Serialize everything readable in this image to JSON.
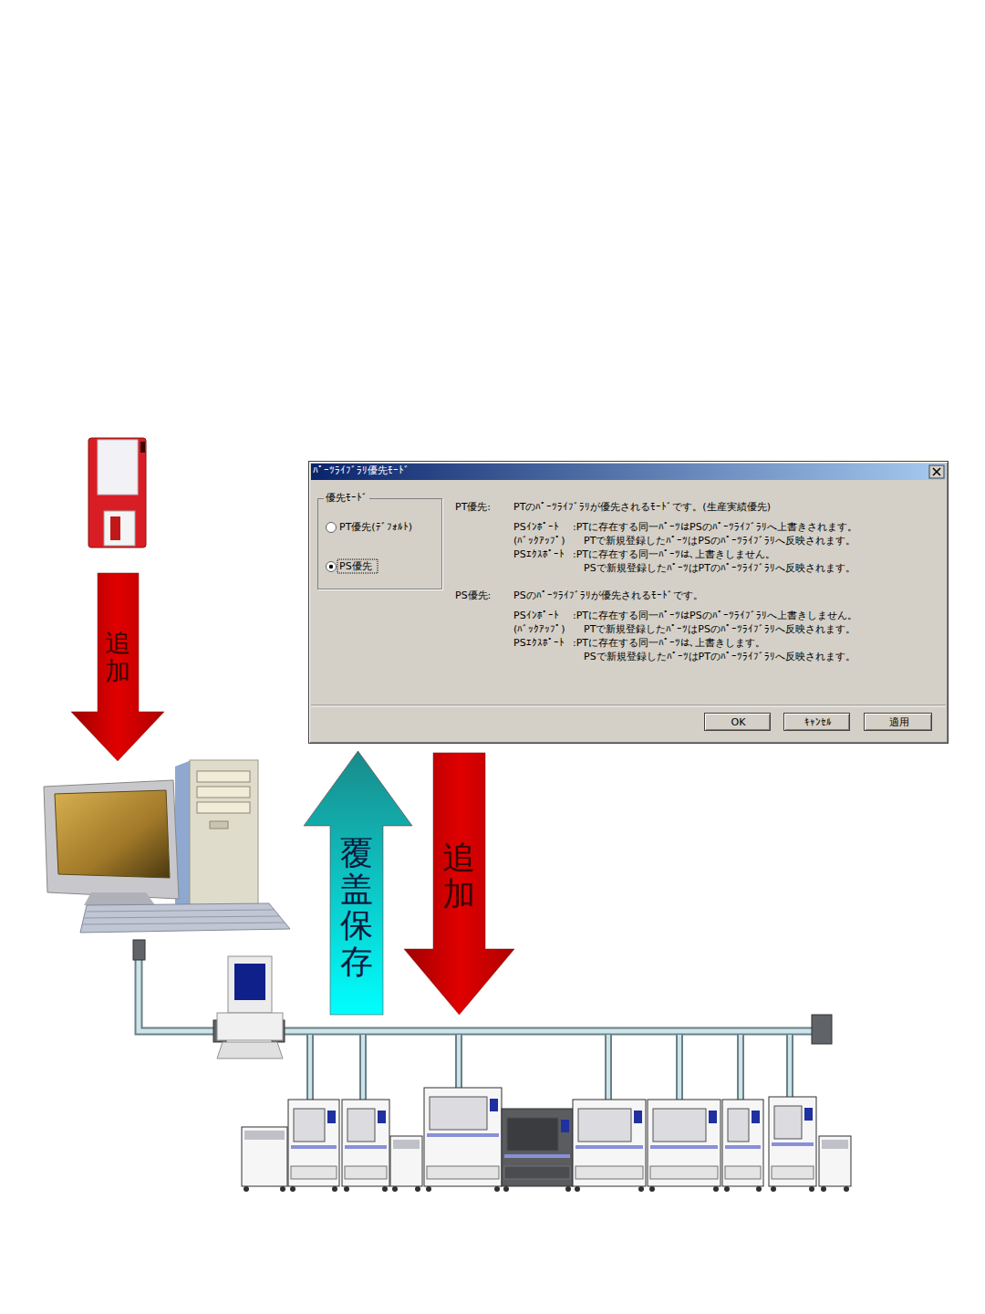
{
  "diagram": {
    "nodes": [
      {
        "text": [
          "ﾊﾟｰﾂﾗｲﾌﾞﾗﾘ優先ﾓｰﾄﾞ"
        ]
      },
      {
        "text": [
          "優先ﾓｰﾄﾞ"
        ],
        "in": 0
      },
      {
        "text": [
          "OK"
        ],
        "in": 0
      },
      {
        "text": [
          "ｷｬﾝｾﾙ"
        ],
        "in": 0
      },
      {
        "text": [
          "適用"
        ],
        "in": 0
      },
      {
        "text": [
          "追加"
        ]
      },
      {
        "text": [
          "覆盖保存"
        ]
      },
      {
        "text": [
          "追加"
        ]
      }
    ],
    "labels": [
      "PT優先(ﾃﾞﾌｫﾙﾄ)",
      "PS優先",
      "PT優先:",
      "PTのﾊﾟｰﾂﾗｲﾌﾞﾗﾘが優先されるﾓｰﾄﾞです。(生産実績優先)",
      "PSｲﾝﾎﾟｰﾄ",
      ":PTに存在する同一ﾊﾟｰﾂはPSのﾊﾟｰﾂﾗｲﾌﾞﾗﾘへ上書きされます。",
      "(ﾊﾞｯｸｱｯﾌﾟ)",
      "PTで新規登録したﾊﾟｰﾂはPSのﾊﾟｰﾂﾗｲﾌﾞﾗﾘへ反映されます。",
      "PSｴｸｽﾎﾟｰﾄ",
      ":PTに存在する同一ﾊﾟｰﾂは、上書きしません。",
      "PSで新規登録したﾊﾟｰﾂはPTのﾊﾟｰﾂﾗｲﾌﾞﾗﾘへ反映されます。",
      "PS優先:",
      "PSのﾊﾟｰﾂﾗｲﾌﾞﾗﾘが優先されるﾓｰﾄﾞです。",
      "PSｲﾝﾎﾟｰﾄ",
      ":PTに存在する同一ﾊﾟｰﾂはPSのﾊﾟｰﾂﾗｲﾌﾞﾗﾘへ上書きしません。",
      "(ﾊﾞｯｸｱｯﾌﾟ)",
      "PTで新規登録したﾊﾟｰﾂはPSのﾊﾟｰﾂﾗｲﾌﾞﾗﾘへ反映されます。",
      "PSｴｸｽﾎﾟｰﾄ",
      ":PTに存在する同一ﾊﾟｰﾂは、上書きします。",
      "PSで新規登録したﾊﾟｰﾂはPTのﾊﾟｰﾂﾗｲﾌﾞﾗﾘへ反映されます。"
    ]
  }
}
